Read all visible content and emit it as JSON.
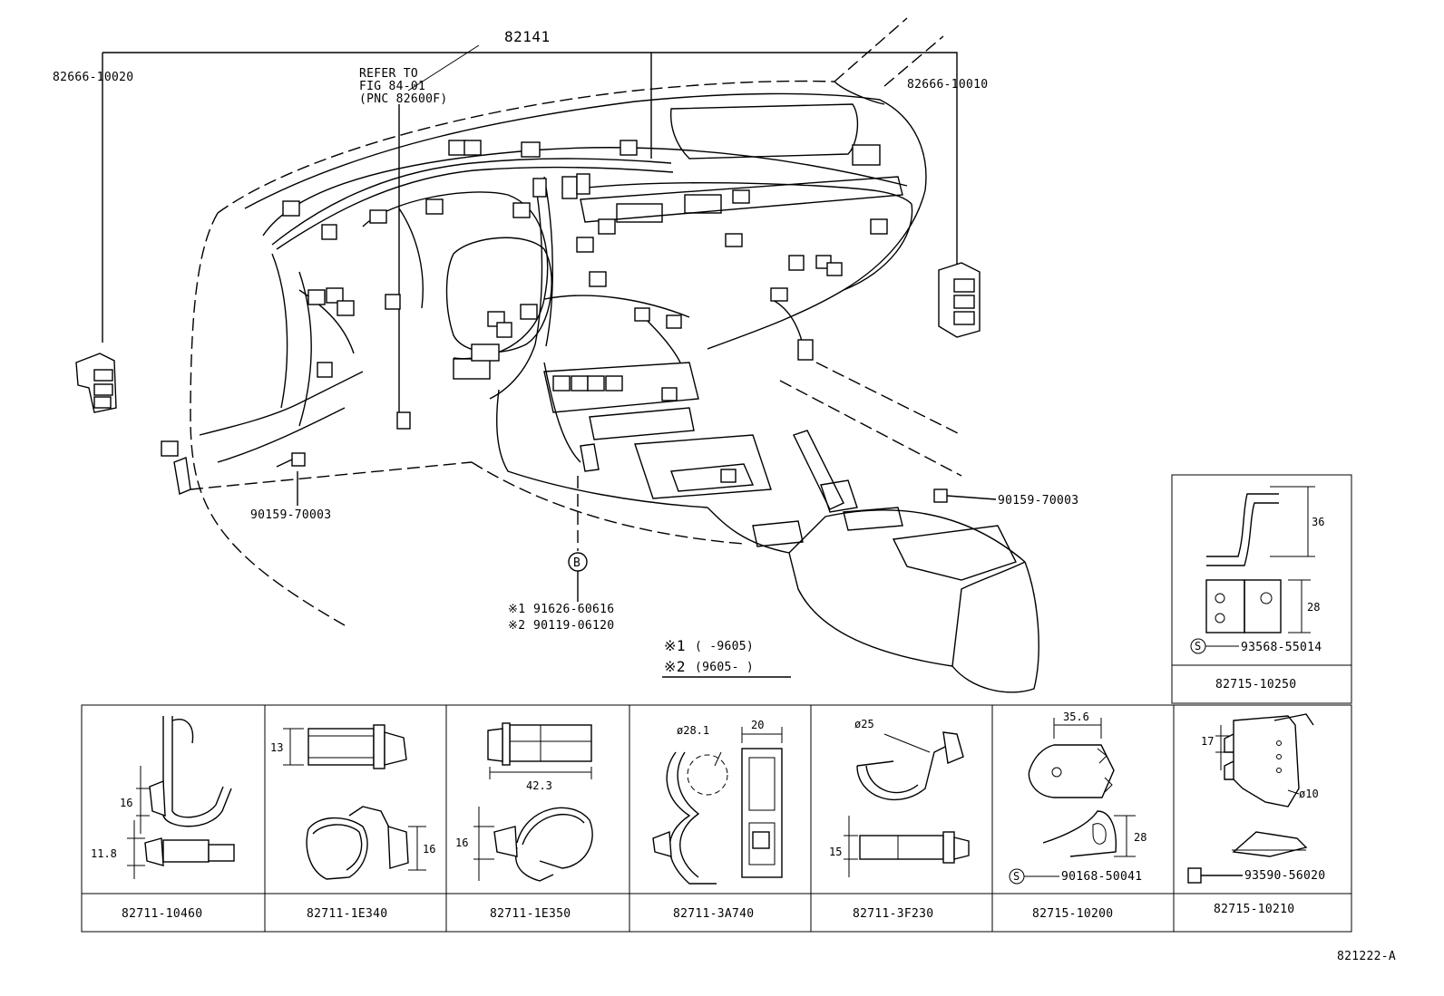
{
  "labels": {
    "main_part": "82141",
    "left_part": "82666-10020",
    "right_part": "82666-10010",
    "refer_line1": "REFER TO",
    "refer_line2": "FIG 84-01",
    "refer_line3": "(PNC 82600F)",
    "bolt_left": "90159-70003",
    "bolt_right": "90159-70003",
    "circle_b": "B",
    "alt1_mark": "※1",
    "alt1_part": "91626-60616",
    "alt2_mark": "※2",
    "alt2_part": "90119-06120",
    "legend1_mark": "※1",
    "legend1_text": "(      -9605)",
    "legend2_mark": "※2",
    "legend2_text": "(9605-       )",
    "figure_code": "821222-A"
  },
  "bracket_box": {
    "dim_height": "36",
    "dim_width": "28",
    "s_mark": "S",
    "sub_part": "93568-55014",
    "part": "82715-10250"
  },
  "clamps": [
    {
      "part": "82711-10460",
      "dims": [
        "16",
        "11.8"
      ]
    },
    {
      "part": "82711-1E340",
      "dims": [
        "13",
        "16"
      ]
    },
    {
      "part": "82711-1E350",
      "dims": [
        "42.3",
        "16"
      ]
    },
    {
      "part": "82711-3A740",
      "dims": [
        "ø28.1",
        "20"
      ]
    },
    {
      "part": "82711-3F230",
      "dims": [
        "ø25",
        "15"
      ]
    },
    {
      "part": "82715-10200",
      "dims": [
        "35.6",
        "28"
      ],
      "s_mark": "S",
      "sub_part": "90168-50041"
    },
    {
      "part": "82715-10210",
      "dims": [
        "17",
        "ø10"
      ],
      "sub_part": "93590-56020"
    }
  ]
}
